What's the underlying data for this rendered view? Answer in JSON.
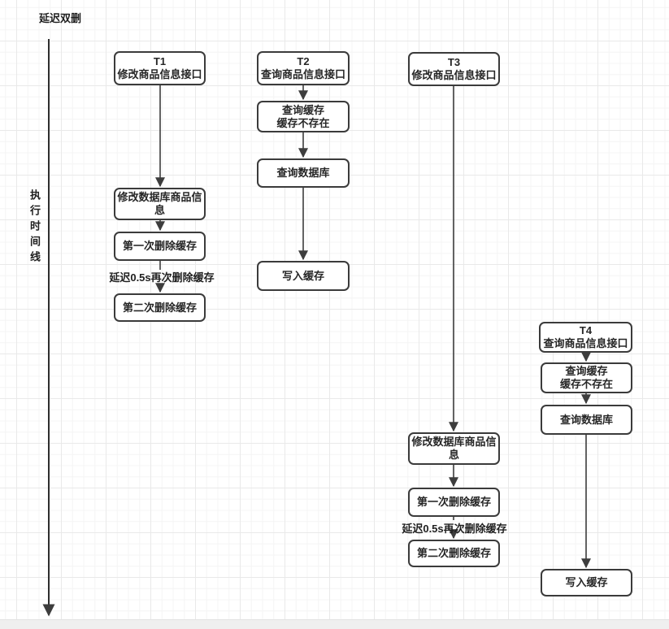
{
  "title": "延迟双删",
  "timeline": {
    "label": "执行时间线"
  },
  "colors": {
    "node_border": "#3b3b3b",
    "node_fill": "#ffffff",
    "text": "#262626",
    "connector": "#3d3d3d",
    "grid_minor": "#f4f4f4",
    "grid_major": "#e9e9e9",
    "canvas_background": "#ffffff",
    "bottom_strip": "#efefef"
  },
  "lanes": [
    {
      "name": "T1",
      "nodes": [
        {
          "lines": [
            "T1",
            "修改商品信息接口"
          ]
        },
        {
          "lines": [
            "修改数据库商品信息"
          ]
        },
        {
          "lines": [
            "第一次删除缓存"
          ]
        },
        {
          "lines": [
            "第二次删除缓存"
          ]
        }
      ],
      "edge_label": "延迟0.5s再次删除缓存"
    },
    {
      "name": "T2",
      "nodes": [
        {
          "lines": [
            "T2",
            "查询商品信息接口"
          ]
        },
        {
          "lines": [
            "查询缓存",
            "缓存不存在"
          ]
        },
        {
          "lines": [
            "查询数据库"
          ]
        },
        {
          "lines": [
            "写入缓存"
          ]
        }
      ]
    },
    {
      "name": "T3",
      "nodes": [
        {
          "lines": [
            "T3",
            "修改商品信息接口"
          ]
        },
        {
          "lines": [
            "修改数据库商品信息"
          ]
        },
        {
          "lines": [
            "第一次删除缓存"
          ]
        },
        {
          "lines": [
            "第二次删除缓存"
          ]
        }
      ],
      "edge_label": "延迟0.5s再次删除缓存"
    },
    {
      "name": "T4",
      "nodes": [
        {
          "lines": [
            "T4",
            "查询商品信息接口"
          ]
        },
        {
          "lines": [
            "查询缓存",
            "缓存不存在"
          ]
        },
        {
          "lines": [
            "查询数据库"
          ]
        },
        {
          "lines": [
            "写入缓存"
          ]
        }
      ]
    }
  ]
}
